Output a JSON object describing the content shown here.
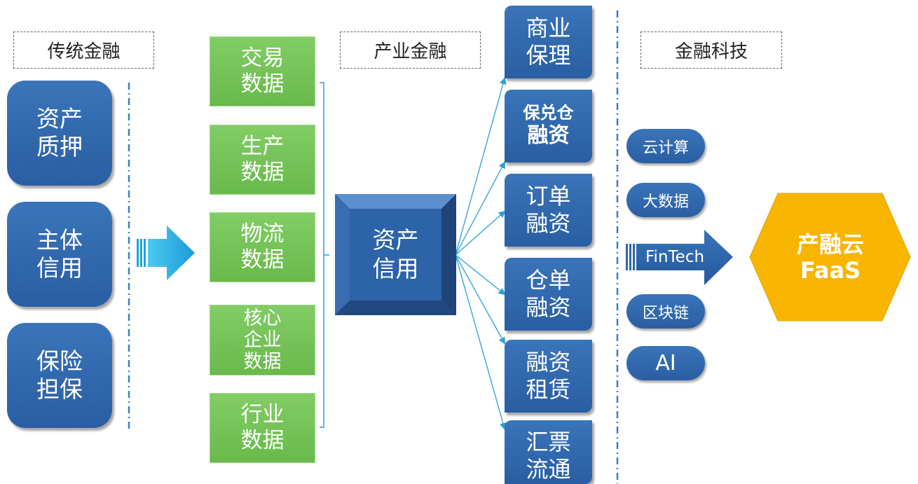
{
  "headers": {
    "traditional": "传统金融",
    "industrial": "产业金融",
    "fintech": "金融科技"
  },
  "traditional_items": [
    {
      "line1": "资产",
      "line2": "质押"
    },
    {
      "line1": "主体",
      "line2": "信用"
    },
    {
      "line1": "保险",
      "line2": "担保"
    }
  ],
  "data_sources": {
    "trade": {
      "line1": "交易",
      "line2": "数据"
    },
    "production": {
      "line1": "生产",
      "line2": "数据"
    },
    "logistics": {
      "line1": "物流",
      "line2": "数据"
    },
    "core": {
      "line1": "核心",
      "line2": "企业",
      "line3": "数据"
    },
    "industry": {
      "line1": "行业",
      "line2": "数据"
    }
  },
  "center": {
    "line1": "资产",
    "line2": "信用"
  },
  "products": [
    {
      "line1": "商业",
      "line2": "保理"
    },
    {
      "line1": "保兑仓",
      "line2": "融资"
    },
    {
      "line1": "订单",
      "line2": "融资"
    },
    {
      "line1": "仓单",
      "line2": "融资"
    },
    {
      "line1": "融资",
      "line2": "租赁"
    },
    {
      "line1": "汇票",
      "line2": "流通"
    }
  ],
  "technologies": [
    "云计算",
    "大数据",
    "区块链",
    "AI"
  ],
  "fintech_label": "FinTech",
  "result": {
    "line1": "产融云",
    "line2": "FaaS"
  },
  "colors": {
    "blue": "#2f65aa",
    "green": "#74c158",
    "cyan_arrow": "#1aa6e0",
    "gold": "#f7b500",
    "line": "#2a9fd6"
  }
}
